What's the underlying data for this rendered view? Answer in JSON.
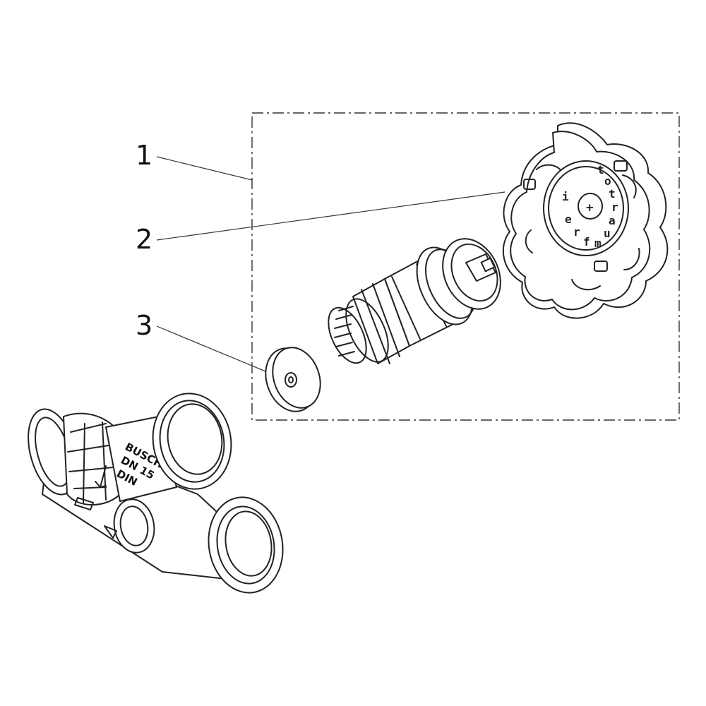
{
  "callouts": [
    {
      "id": "1",
      "label": "1"
    },
    {
      "id": "2",
      "label": "2"
    },
    {
      "id": "3",
      "label": "3"
    }
  ],
  "handwheel": {
    "letters": [
      "t",
      "o",
      "t",
      "r",
      "a",
      "u",
      "m",
      "f",
      "r",
      "e",
      "i"
    ],
    "center_symbol": "+"
  },
  "valve_body": {
    "marking_line1": "BUSCH",
    "marking_line2": "DN 15",
    "marking_line3": "DIN"
  },
  "colors": {
    "line": "#222222",
    "background": "#ffffff"
  }
}
